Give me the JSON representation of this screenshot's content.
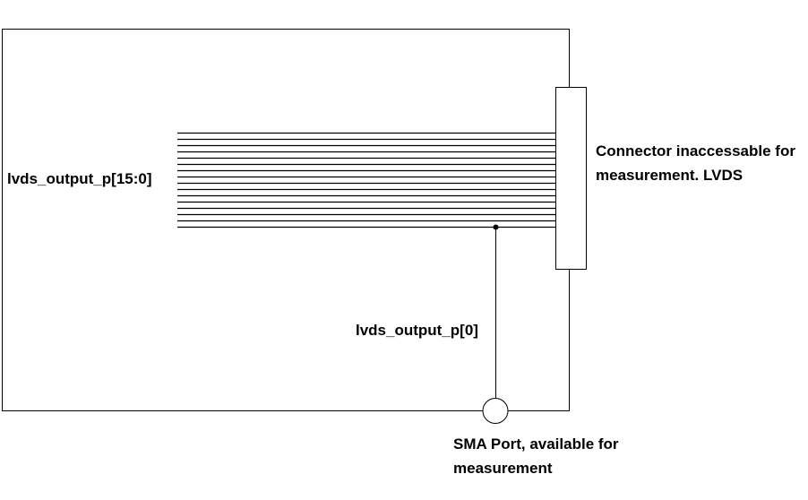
{
  "diagram": {
    "labels": {
      "bus": "lvds_output_p[15:0]",
      "tap": "lvds_output_p[0]",
      "connector_line1": "Connector inaccessable for",
      "connector_line2": "measurement. LVDS",
      "sma_line1": "SMA Port, available for",
      "sma_line2": "measurement"
    },
    "bus_width": 16,
    "colors": {
      "stroke": "#000000",
      "background": "#ffffff"
    }
  }
}
